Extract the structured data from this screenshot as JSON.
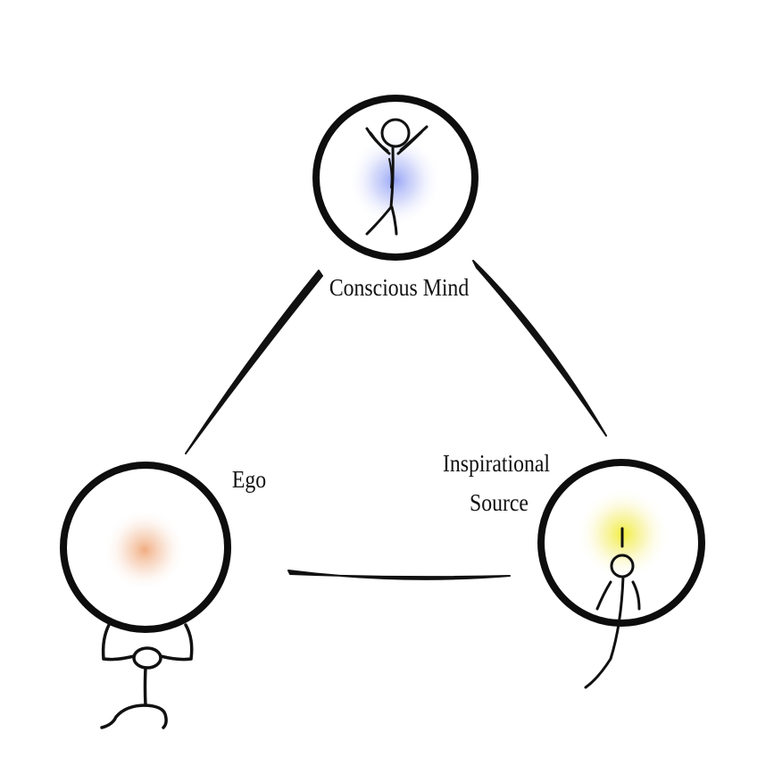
{
  "nodes": [
    {
      "id": "conscious-mind",
      "label": "Conscious Mind",
      "glow_color": "#8f9ff5",
      "icon": "stick-figure-arms-raised-icon"
    },
    {
      "id": "ego",
      "label": "Ego",
      "glow_color": "#f0a87a",
      "icon": "stick-figure-lifting-icon"
    },
    {
      "id": "inspirational-source",
      "label_lines": [
        "Inspirational",
        "Source"
      ],
      "glow_color": "#f2ee3c",
      "icon": "stick-figure-lightbulb-icon"
    }
  ],
  "edges": [
    {
      "from": "conscious-mind",
      "to": "ego"
    },
    {
      "from": "conscious-mind",
      "to": "inspirational-source"
    },
    {
      "from": "ego",
      "to": "inspirational-source"
    }
  ]
}
